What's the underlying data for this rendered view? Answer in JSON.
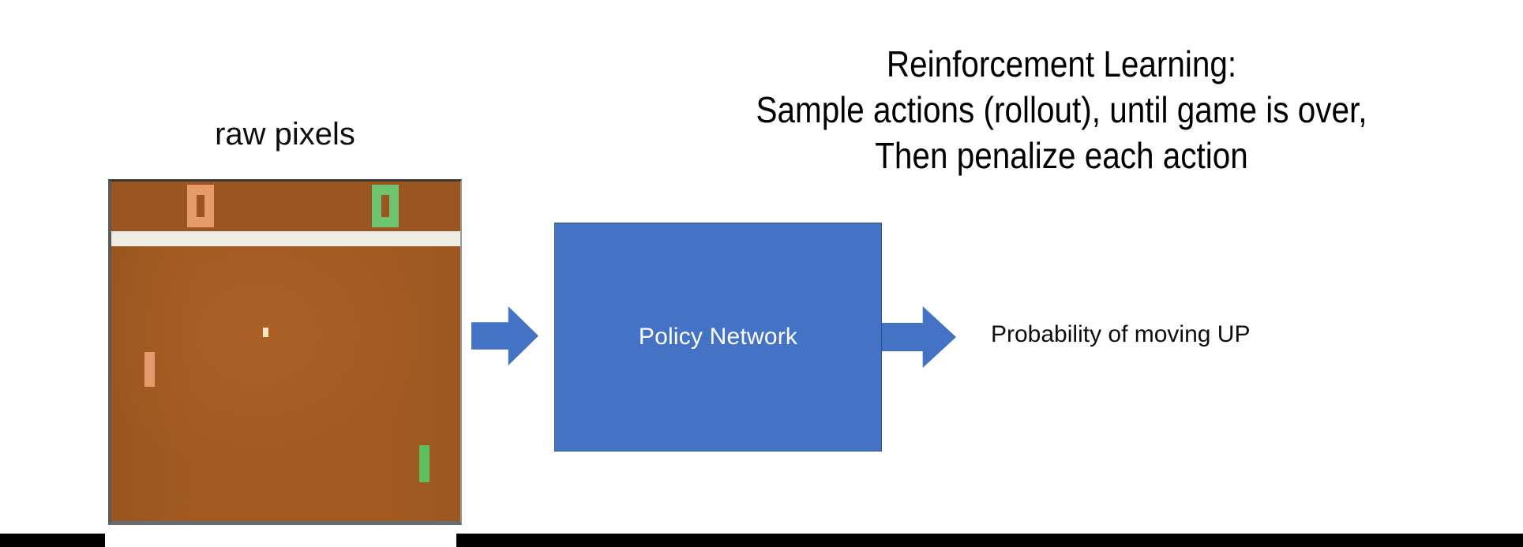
{
  "slide": {
    "background_color": "#FFFFFF",
    "accent_color": "#4472C4",
    "text_color": "#0D0D0D"
  },
  "heading": {
    "lines": [
      "Reinforcement Learning:",
      "Sample actions (rollout), until game is over,",
      "Then penalize each action"
    ],
    "line1": "Reinforcement Learning:",
    "line2": "Sample actions (rollout), until game is over,",
    "line3": "Then penalize each action"
  },
  "input": {
    "caption": "raw pixels",
    "game": {
      "name": "pong-game-screenshot",
      "playfield_color": "#A25A20",
      "divider_color": "#EFECE3",
      "frame_border_color": "#4A4A4A",
      "score_left": "0",
      "score_right": "0",
      "score_left_color": "#E79B6A",
      "score_right_color": "#6FC46F",
      "paddle_left_color": "#E79B6A",
      "paddle_right_color": "#5DBF5D",
      "ball_color": "#F5E6C0"
    }
  },
  "pipeline": {
    "arrow_in": "arrow-right-icon",
    "arrow_out": "arrow-right-icon",
    "policy_box_label": "Policy Network",
    "policy_box_fill": "#4472C4",
    "policy_box_text_color": "#FFFFFF",
    "output_label": "Probability of moving UP"
  },
  "footer": {
    "bar_color": "#000000"
  }
}
